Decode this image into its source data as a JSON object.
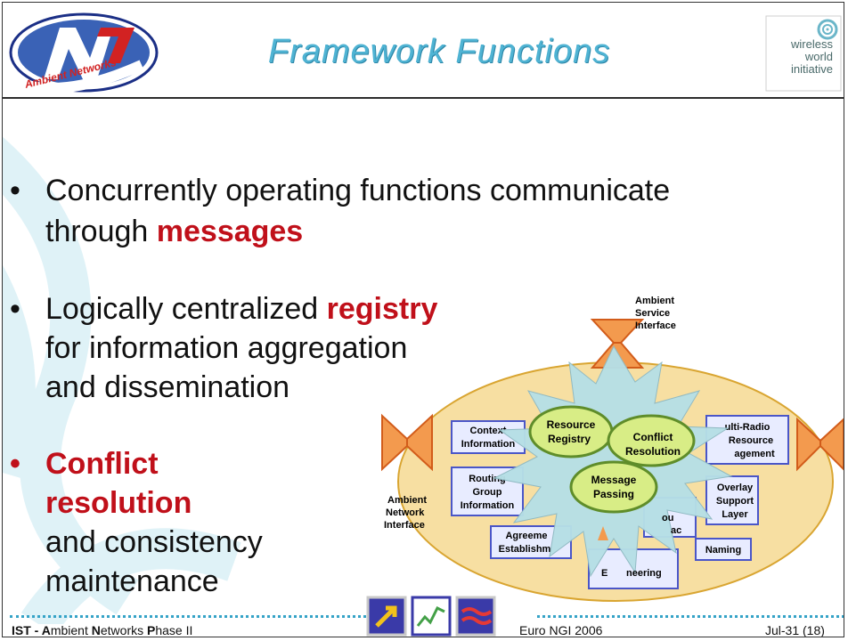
{
  "header": {
    "title": "Framework Functions",
    "logo_left_text": "Ambient Networks",
    "logo_right_lines": [
      "wireless",
      "world",
      "initiative"
    ]
  },
  "bullets": [
    {
      "parts": [
        {
          "text": "Concurrently operating functions communicate",
          "style": "normal"
        }
      ],
      "line2": [
        {
          "text": "through ",
          "style": "normal"
        },
        {
          "text": "messages",
          "style": "red"
        }
      ]
    },
    {
      "line1": [
        {
          "text": "Logically centralized ",
          "style": "normal"
        },
        {
          "text": "registry",
          "style": "red"
        }
      ],
      "line2": "for information aggregation",
      "line3": "and dissemination"
    },
    {
      "line1": "Conflict",
      "line2": "resolution",
      "line3": "and consistency",
      "line4": "maintenance"
    }
  ],
  "diagram": {
    "interfaces": {
      "top": [
        "Ambient",
        "Service",
        "Interface"
      ],
      "left": [
        "Ambient",
        "Network",
        "Interface"
      ]
    },
    "boxes": {
      "context": [
        "Context",
        "Information"
      ],
      "routing": [
        "Routing",
        "Group",
        "Information"
      ],
      "agreement": [
        "Agreeme",
        "Establishm"
      ],
      "multiradio": [
        "ulti-Radio",
        "Resource",
        "agement"
      ],
      "overlay": [
        "Overlay",
        "Support",
        "Layer"
      ],
      "naming": [
        "Naming"
      ],
      "traffic": [
        "E",
        "neering"
      ],
      "hidden_frag": [
        "ou",
        "ac"
      ]
    },
    "ovals": {
      "registry": [
        "Resource",
        "Registry"
      ],
      "conflict": [
        "Conflict",
        "Resolution"
      ],
      "message": [
        "Message",
        "Passing"
      ]
    }
  },
  "footer": {
    "left_bold": "IST - ",
    "left_parts": [
      {
        "text": "A",
        "bold": true
      },
      {
        "text": "mbient ",
        "bold": false
      },
      {
        "text": "N",
        "bold": true
      },
      {
        "text": "etworks ",
        "bold": false
      },
      {
        "text": "P",
        "bold": true
      },
      {
        "text": "hase II",
        "bold": false
      }
    ],
    "center": "Euro NGI 2006",
    "right": "Jul-31  (18)"
  },
  "colors": {
    "accent_red": "#c0101a",
    "title_band": "#4fb3d3",
    "ellipse_fill": "#f7dfa2",
    "box_border": "#4a56c8",
    "oval_fill": "#d8ed86",
    "star_fill": "#b6dfe6",
    "dot_rule": "#35a3c7"
  }
}
